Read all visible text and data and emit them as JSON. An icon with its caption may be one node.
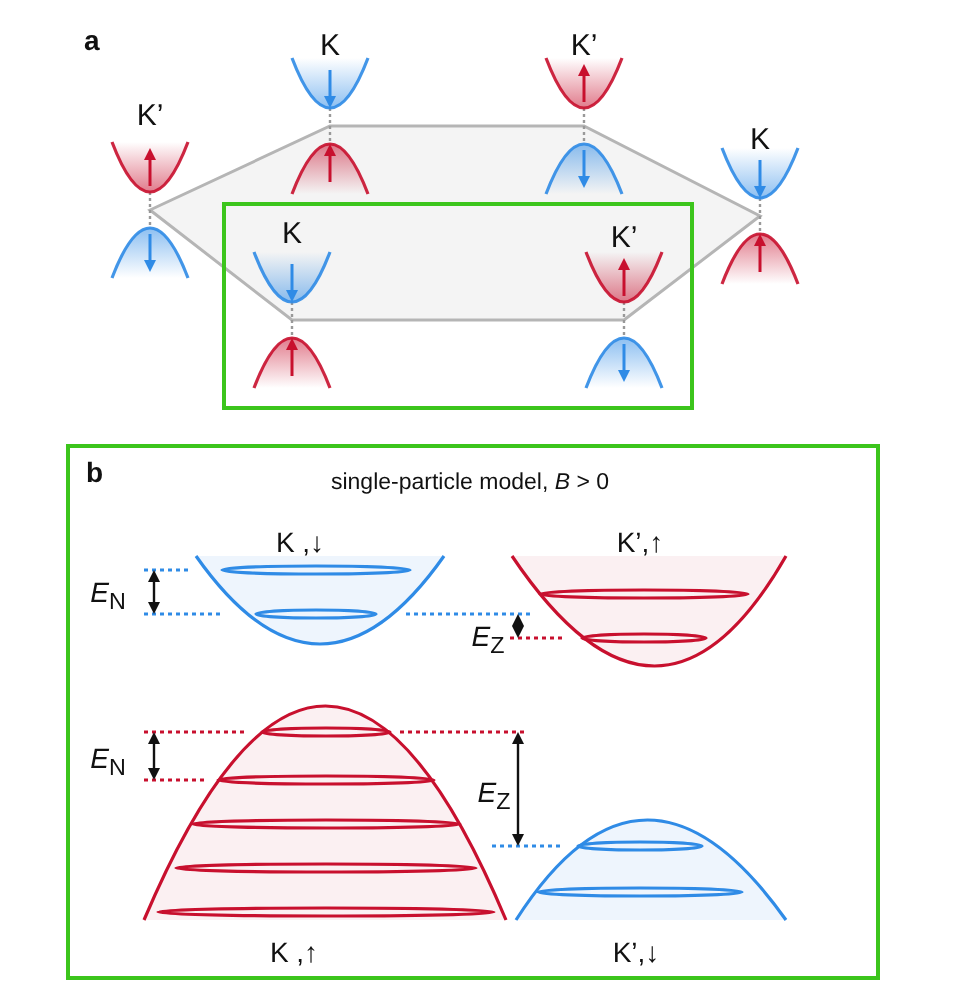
{
  "diagram": {
    "nodes": [
      {
        "text": [],
        "shape": "box"
      },
      {
        "text": [
          "b",
          "single-particle model, *B* > 0"
        ]
      }
    ],
    "edges": [],
    "labels": [
      "a",
      "K",
      "K’",
      "K’",
      "K",
      "K",
      "K’",
      "K ,↓",
      "K’,↑",
      "*E*$_{N}$",
      "*E*$_{Z}$",
      "*E*$_{N}$",
      "*E*$_{Z}$",
      "K ,↑",
      "K’,↓"
    ]
  }
}
